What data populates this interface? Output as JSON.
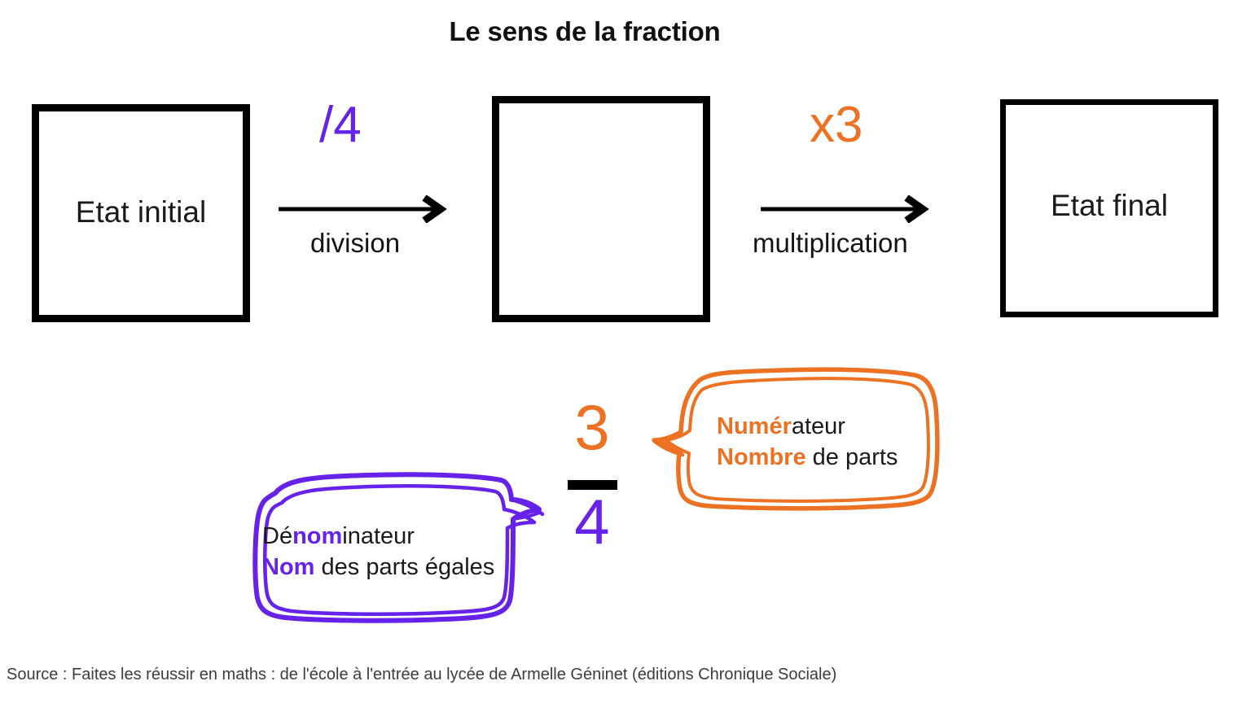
{
  "title": "Le sens de la fraction",
  "colors": {
    "purple": "#6622e8",
    "orange": "#ec7122",
    "black": "#000000",
    "text": "#1a1a1a",
    "source_text": "#3c3c3c",
    "background": "#ffffff"
  },
  "boxes": {
    "initial": "Etat initial",
    "middle": "",
    "final": "Etat final"
  },
  "operations": [
    {
      "id": "division",
      "factor": "/4",
      "label": "division",
      "color": "#6622e8",
      "arrow": "right-arrow"
    },
    {
      "id": "multiplication",
      "factor": "x3",
      "label": "multiplication",
      "color": "#ec7122",
      "arrow": "right-arrow"
    }
  ],
  "fraction": {
    "numerator": "3",
    "denominator": "4",
    "numerator_color": "#ec7122",
    "denominator_color": "#6622e8",
    "bar_color": "#000000"
  },
  "callouts": {
    "numerateur": {
      "line1_bold": "Numér",
      "line1_rest": "ateur",
      "line2_bold": "Nombre",
      "line2_rest": " de parts",
      "color": "#ec7122",
      "tail_direction": "left"
    },
    "denominateur": {
      "line1_lead": "Dé",
      "line1_bold": "nom",
      "line1_rest": "inateur",
      "line2_bold": "Nom",
      "line2_rest": " des parts égales",
      "color": "#6622e8",
      "tail_direction": "right"
    }
  },
  "source": "Source : Faites les réussir en maths : de l'école à l'entrée au lycée de Armelle Géninet (éditions Chronique Sociale)"
}
